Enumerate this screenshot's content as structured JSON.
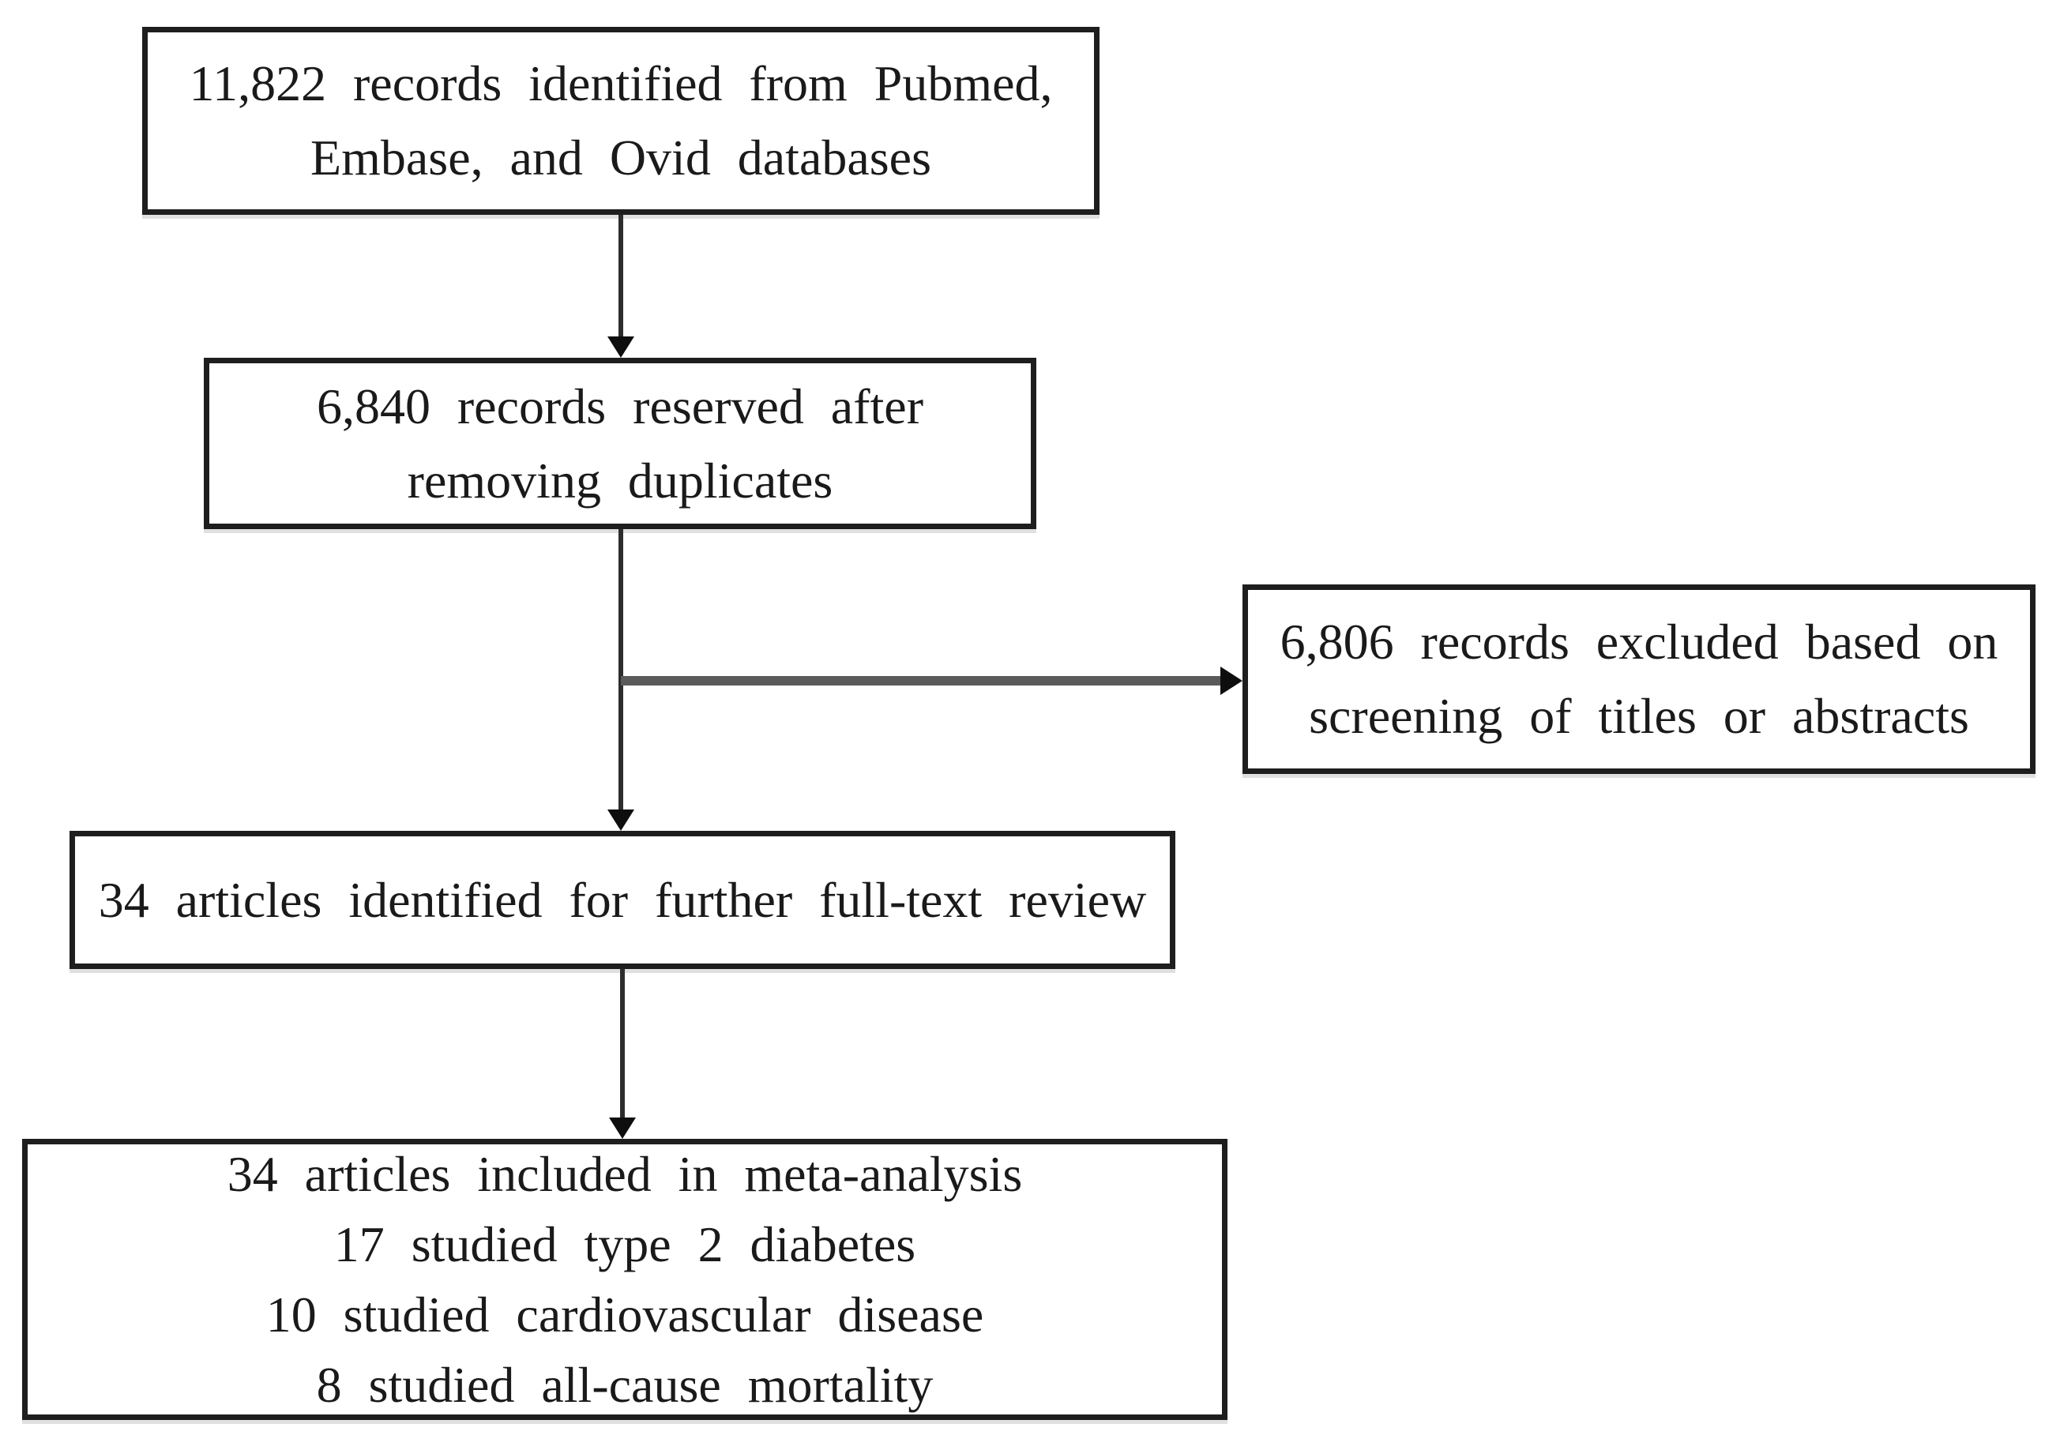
{
  "diagram": {
    "type": "prisma-flowchart",
    "colors": {
      "background": "#ffffff",
      "box_border": "#1e1e1e",
      "text": "#1a1a1a",
      "connector_vertical": "#2d2d2d",
      "connector_horizontal": "#5a5a5a",
      "arrowhead": "#0e0e0e"
    },
    "boxes": {
      "identified": {
        "lines": [
          "11,822 records identified from Pubmed,",
          "Embase, and Ovid databases"
        ]
      },
      "deduplicated": {
        "lines": [
          "6,840 records reserved after",
          "removing duplicates"
        ]
      },
      "excluded": {
        "lines": [
          "6,806 records excluded based on",
          "screening of titles or abstracts"
        ]
      },
      "fulltext": {
        "lines": [
          "34 articles identified for further full-text review"
        ]
      },
      "included": {
        "lines": [
          "34 articles included in meta-analysis",
          "17 studied type 2 diabetes",
          "10 studied cardiovascular disease",
          "8 studied all-cause mortality"
        ]
      }
    }
  }
}
